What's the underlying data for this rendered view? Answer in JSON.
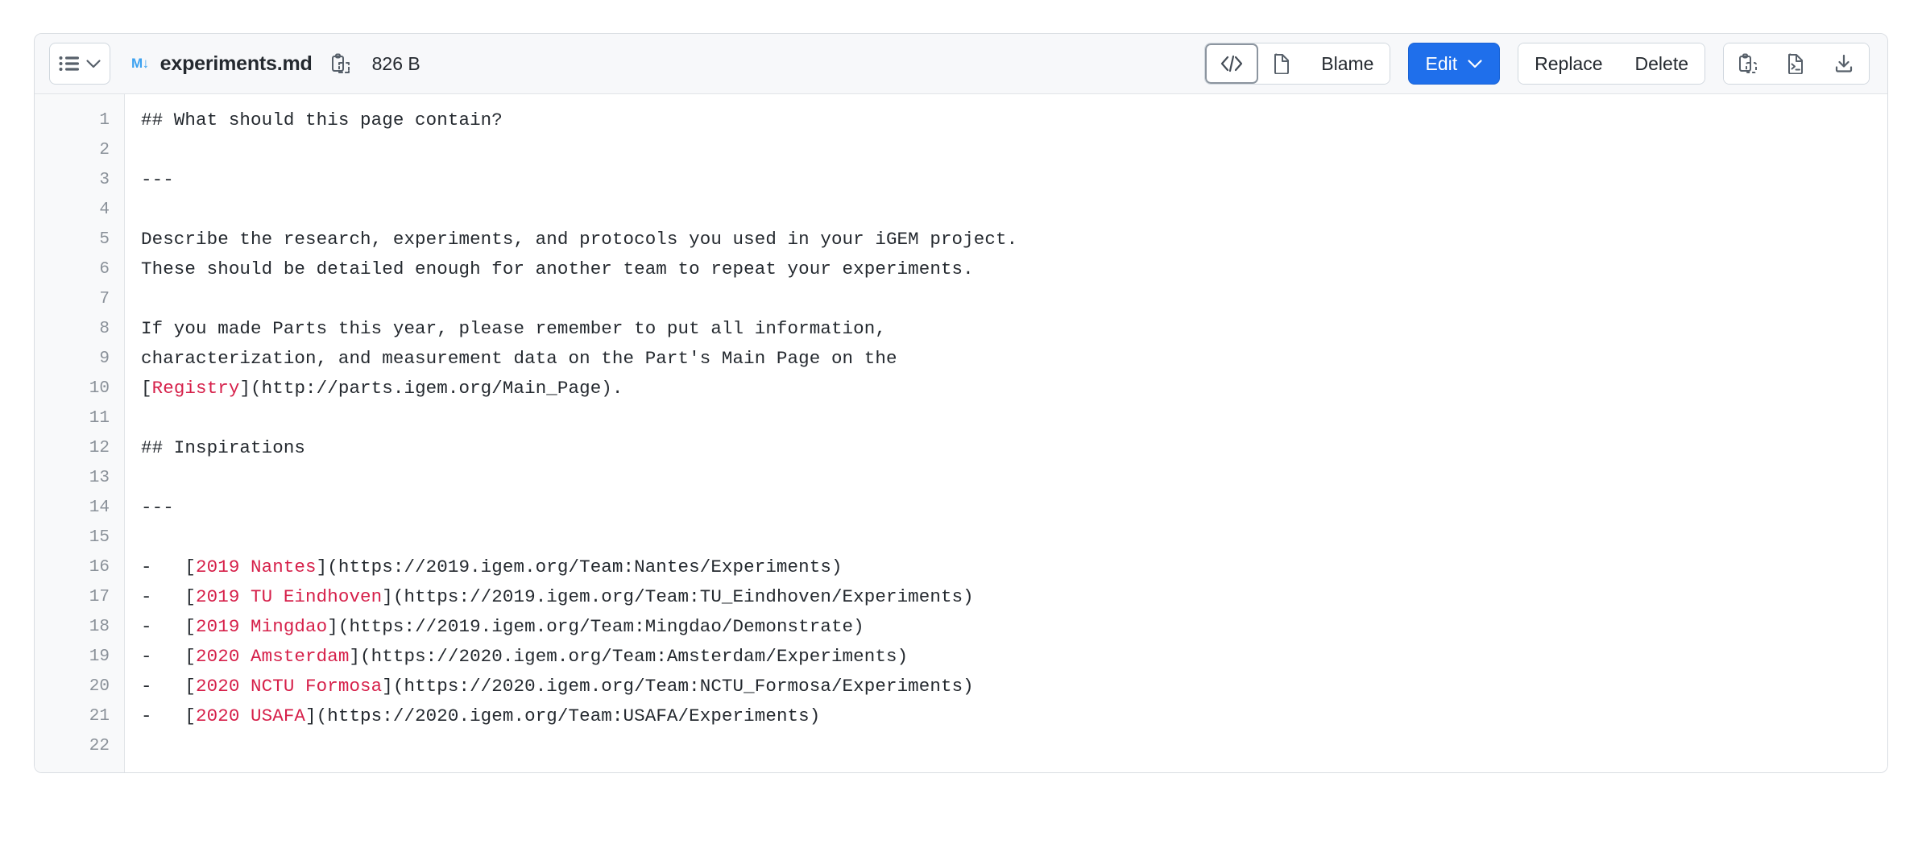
{
  "header": {
    "filelist_button": {
      "icon": "list-icon",
      "chevron": "chevron-down-icon"
    },
    "filetype_badge": "M↓",
    "file_name": "experiments.md",
    "copy_path_icon": "clipboard-copy-icon",
    "file_size": "826 B",
    "view_group": [
      {
        "name": "code-view",
        "icon": "code-brackets-icon",
        "label": "",
        "selected": true
      },
      {
        "name": "preview-view",
        "icon": "file-icon",
        "label": "",
        "selected": false
      },
      {
        "name": "blame-view",
        "icon": "",
        "label": "Blame",
        "selected": false
      }
    ],
    "edit_button": {
      "label": "Edit",
      "chevron": "chevron-down-icon"
    },
    "action_group": [
      {
        "name": "replace-button",
        "label": "Replace"
      },
      {
        "name": "delete-button",
        "label": "Delete"
      }
    ],
    "tool_group": [
      {
        "name": "copy-contents-button",
        "icon": "clipboard-copy-icon"
      },
      {
        "name": "raw-file-button",
        "icon": "file-terminal-icon"
      },
      {
        "name": "download-button",
        "icon": "download-icon"
      }
    ]
  },
  "accent_colors": {
    "primary_blue": "#1f6feb",
    "markdown_blue": "#3da2f0",
    "link_red": "#d6204a",
    "gutter_bg": "#f8f9fa",
    "header_bg": "#f7f8fa",
    "border": "#d0d7de",
    "text": "#24292f",
    "lineno_text": "#8a9199"
  },
  "editor": {
    "line_numbers": [
      1,
      2,
      3,
      4,
      5,
      6,
      7,
      8,
      9,
      10,
      11,
      12,
      13,
      14,
      15,
      16,
      17,
      18,
      19,
      20,
      21,
      22
    ],
    "lines": [
      {
        "n": 1,
        "segments": [
          {
            "t": "## What should this page contain?",
            "c": "plain"
          }
        ]
      },
      {
        "n": 2,
        "segments": [
          {
            "t": "",
            "c": "plain"
          }
        ]
      },
      {
        "n": 3,
        "segments": [
          {
            "t": "---",
            "c": "plain"
          }
        ]
      },
      {
        "n": 4,
        "segments": [
          {
            "t": "",
            "c": "plain"
          }
        ]
      },
      {
        "n": 5,
        "segments": [
          {
            "t": "Describe the research, experiments, and protocols you used in your iGEM project.",
            "c": "plain"
          }
        ]
      },
      {
        "n": 6,
        "segments": [
          {
            "t": "These should be detailed enough for another team to repeat your experiments.",
            "c": "plain"
          }
        ]
      },
      {
        "n": 7,
        "segments": [
          {
            "t": "",
            "c": "plain"
          }
        ]
      },
      {
        "n": 8,
        "segments": [
          {
            "t": "If you made Parts this year, please remember to put all information,",
            "c": "plain"
          }
        ]
      },
      {
        "n": 9,
        "segments": [
          {
            "t": "characterization, and measurement data on the Part's Main Page on the",
            "c": "plain"
          }
        ]
      },
      {
        "n": 10,
        "segments": [
          {
            "t": "[",
            "c": "plain"
          },
          {
            "t": "Registry",
            "c": "link"
          },
          {
            "t": "](http://parts.igem.org/Main_Page).",
            "c": "plain"
          }
        ]
      },
      {
        "n": 11,
        "segments": [
          {
            "t": "",
            "c": "plain"
          }
        ]
      },
      {
        "n": 12,
        "segments": [
          {
            "t": "## Inspirations",
            "c": "plain"
          }
        ]
      },
      {
        "n": 13,
        "segments": [
          {
            "t": "",
            "c": "plain"
          }
        ]
      },
      {
        "n": 14,
        "segments": [
          {
            "t": "---",
            "c": "plain"
          }
        ]
      },
      {
        "n": 15,
        "segments": [
          {
            "t": "",
            "c": "plain"
          }
        ]
      },
      {
        "n": 16,
        "segments": [
          {
            "t": "-   [",
            "c": "plain"
          },
          {
            "t": "2019 Nantes",
            "c": "link"
          },
          {
            "t": "](https://2019.igem.org/Team:Nantes/Experiments)",
            "c": "plain"
          }
        ]
      },
      {
        "n": 17,
        "segments": [
          {
            "t": "-   [",
            "c": "plain"
          },
          {
            "t": "2019 TU Eindhoven",
            "c": "link"
          },
          {
            "t": "](https://2019.igem.org/Team:TU_Eindhoven/Experiments)",
            "c": "plain"
          }
        ]
      },
      {
        "n": 18,
        "segments": [
          {
            "t": "-   [",
            "c": "plain"
          },
          {
            "t": "2019 Mingdao",
            "c": "link"
          },
          {
            "t": "](https://2019.igem.org/Team:Mingdao/Demonstrate)",
            "c": "plain"
          }
        ]
      },
      {
        "n": 19,
        "segments": [
          {
            "t": "-   [",
            "c": "plain"
          },
          {
            "t": "2020 Amsterdam",
            "c": "link"
          },
          {
            "t": "](https://2020.igem.org/Team:Amsterdam/Experiments)",
            "c": "plain"
          }
        ]
      },
      {
        "n": 20,
        "segments": [
          {
            "t": "-   [",
            "c": "plain"
          },
          {
            "t": "2020 NCTU Formosa",
            "c": "link"
          },
          {
            "t": "](https://2020.igem.org/Team:NCTU_Formosa/Experiments)",
            "c": "plain"
          }
        ]
      },
      {
        "n": 21,
        "segments": [
          {
            "t": "-   [",
            "c": "plain"
          },
          {
            "t": "2020 USAFA",
            "c": "link"
          },
          {
            "t": "](https://2020.igem.org/Team:USAFA/Experiments)",
            "c": "plain"
          }
        ]
      },
      {
        "n": 22,
        "segments": [
          {
            "t": "",
            "c": "plain"
          }
        ]
      }
    ]
  }
}
